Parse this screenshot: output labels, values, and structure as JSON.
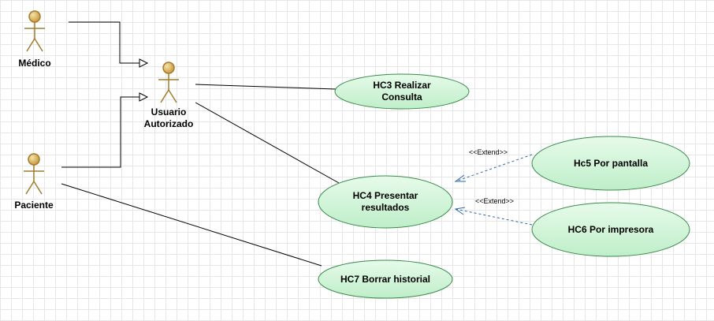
{
  "colors": {
    "actor_fill": "#d4ad52",
    "actor_stroke": "#a07d2c",
    "usecase_fill": "#cdf3d4",
    "usecase_stroke": "#3a8a4a",
    "line": "#000000",
    "extend_line": "#2b6aa8",
    "grid": "#e6e6e6"
  },
  "actors": {
    "medico": "Médico",
    "usuario": "Usuario\nAutorizado",
    "paciente": "Paciente"
  },
  "usecases": {
    "hc3": "HC3 Realizar\nConsulta",
    "hc4": "HC4 Presentar\nresultados",
    "hc5": "Hc5 Por pantalla",
    "hc6": "HC6 Por impresora",
    "hc7": "HC7 Borrar historial"
  },
  "stereotypes": {
    "extend1": "<<Extend>>",
    "extend2": "<<Extend>>"
  }
}
